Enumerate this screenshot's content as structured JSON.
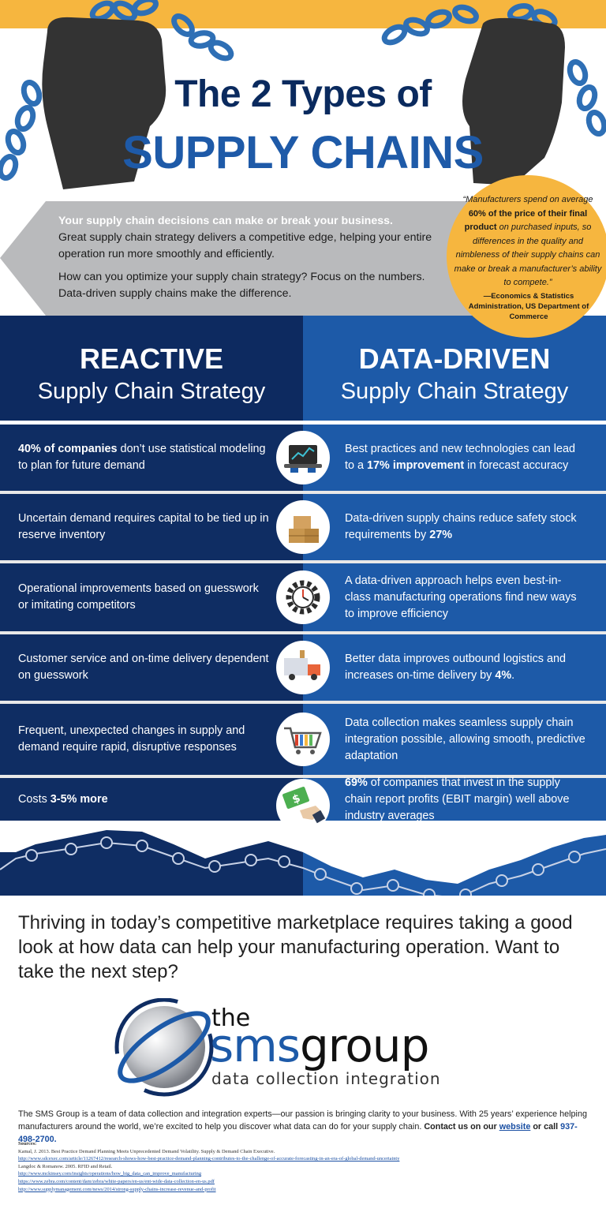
{
  "header": {
    "title_line1": "The 2 Types of",
    "title_line2": "SUPPLY CHAINS"
  },
  "intro": {
    "lead": "Your supply chain decisions can make or break your business.",
    "para1": "Great supply chain strategy delivers a competitive edge, helping your entire operation run more smoothly and efficiently.",
    "para2": "How can you optimize your supply chain strategy? Focus on the numbers. Data-driven supply chains make the difference."
  },
  "quote": {
    "open": "“Manufacturers spend on average ",
    "highlight": "60% of the price of their final product",
    "rest": " on purchased inputs, so differences in the quality and nimbleness of their supply chains can make or break a manufacturer’s ability to compete.”",
    "attribution": "—Economics & Statistics Administration, US Department of Commerce"
  },
  "columns": {
    "left": {
      "title": "REACTIVE",
      "subtitle": "Supply Chain Strategy"
    },
    "right": {
      "title": "DATA-DRIVEN",
      "subtitle": "Supply Chain Strategy"
    }
  },
  "rows": [
    {
      "icon": "laptop-chart-icon",
      "left": {
        "pre": "",
        "bold": "40% of companies",
        "post": " don’t use statistical modeling to plan for future demand"
      },
      "right": {
        "pre": "Best practices and new technologies can lead to a ",
        "bold": "17% improvement",
        "post": " in forecast accuracy"
      }
    },
    {
      "icon": "boxes-icon",
      "left": {
        "pre": "Uncertain demand requires capital to be tied up in reserve inventory",
        "bold": "",
        "post": ""
      },
      "right": {
        "pre": "Data-driven supply chains reduce safety stock requirements by ",
        "bold": "27%",
        "post": ""
      }
    },
    {
      "icon": "gear-clock-icon",
      "left": {
        "pre": "Operational improvements based on guesswork or imitating competitors",
        "bold": "",
        "post": ""
      },
      "right": {
        "pre": "A data-driven approach helps even best-in-class manufacturing operations find new ways to improve efficiency",
        "bold": "",
        "post": ""
      }
    },
    {
      "icon": "delivery-truck-icon",
      "left": {
        "pre": "Customer service and on-time delivery dependent on guesswork",
        "bold": "",
        "post": ""
      },
      "right": {
        "pre": "Better data improves outbound logistics and increases on-time delivery by ",
        "bold": "4%",
        "post": "."
      }
    },
    {
      "icon": "shopping-cart-icon",
      "left": {
        "pre": "Frequent, unexpected changes in supply and demand require rapid, disruptive responses",
        "bold": "",
        "post": ""
      },
      "right": {
        "pre": "Data collection makes seamless supply chain integration possible, allowing smooth, predictive adaptation",
        "bold": "",
        "post": ""
      }
    },
    {
      "icon": "money-hand-icon",
      "left": {
        "pre": "Costs ",
        "bold": "3-5% more",
        "post": ""
      },
      "right": {
        "pre": "",
        "bold": "69%",
        "post": " of companies that invest in the supply chain report profits (EBIT margin) well above industry averages"
      }
    }
  ],
  "closing": "Thriving in today’s competitive marketplace requires taking a good look at how data can help your manufacturing operation. Want to take the next step?",
  "logo": {
    "the": "the",
    "sms": "sms",
    "group": "group",
    "tagline": "data collection integration"
  },
  "about": {
    "text": "The SMS Group is a team of data collection and integration experts—our passion is bringing clarity to your business. With 25 years’ experience helping manufacturers around the world, we’re excited to help you discover what data can do for your supply chain. ",
    "contact_pre": "Contact us on our ",
    "website_link": "website",
    "contact_mid": " or call ",
    "phone": "937-498-2700."
  },
  "sources": {
    "heading": "Sources:",
    "entries": [
      {
        "text": "Kamal, J. 2013. Best Practice Demand Planning Meets Unprecedented Demand Volatility. Supply & Demand Chain Executive."
      },
      {
        "link": "http://www.sdcexec.com/article/11267412/research-shows-how-best-practice-demand-planning-contributes-to-the-challenge-of-accurate-forecasting-in-an-era-of-global-demand-uncertainty"
      },
      {
        "text": "Langdoc & Romanow. 2005. RFID and Retail."
      },
      {
        "link": "http://www.mckinsey.com/insights/operations/how_big_data_can_improve_manufacturing"
      },
      {
        "link": "https://www.zebra.com/content/dam/zebra/white-papers/en-us/ent-wide-data-collection-en-us.pdf"
      },
      {
        "link": "http://www.supplymanagement.com/news/2014/strong-supply-chains-increase-revenue-and-profit"
      }
    ]
  },
  "colors": {
    "navy": "#0f2d63",
    "blue": "#1d5aa8",
    "gold": "#f6b63f",
    "title_blue": "#1e5aa8",
    "title_navy": "#0a2a5e"
  }
}
